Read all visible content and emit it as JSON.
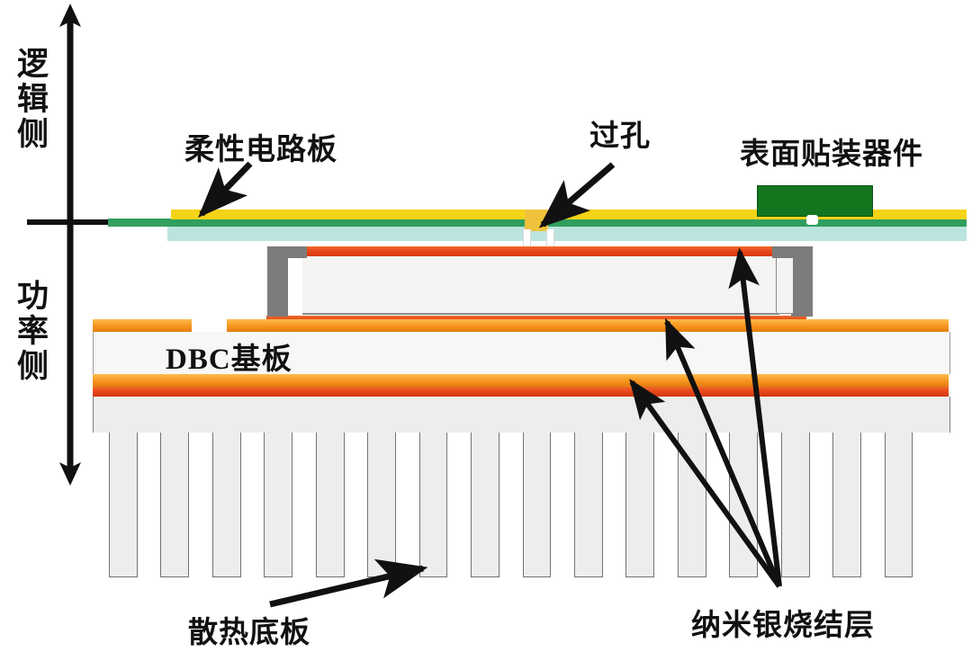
{
  "diagram": {
    "title": "Power module cross-section with flexible circuit board interconnect",
    "side_labels": [
      {
        "id": "logic-side",
        "text": "逻辑侧"
      },
      {
        "id": "power-side",
        "text": "功率侧"
      }
    ],
    "callouts": [
      {
        "id": "flex-pcb",
        "text": "柔性电路板"
      },
      {
        "id": "via",
        "text": "过孔"
      },
      {
        "id": "smd",
        "text": "表面贴装器件"
      },
      {
        "id": "dbc",
        "text": "DBC基板"
      },
      {
        "id": "nano-ag",
        "text": "纳米银烧结层"
      },
      {
        "id": "baseplate",
        "text": "散热底板"
      }
    ],
    "colors": {
      "flex_solder_mask_top": "#f5d316",
      "flex_copper_green": "#2f9e5e",
      "flex_polyimide": "#b7e3de",
      "smd_body": "#13761f",
      "via_pad": "#f0c23c",
      "sinter_silver": "#e8461a",
      "copper": "#f7941e",
      "ceramic": "#f2f2f0",
      "bracket_gray": "#7c7c7c",
      "baseplate_gray": "#ebebeb",
      "baseplate_outline": "#6d6d72",
      "arrow_black": "#111111"
    },
    "layers": [
      {
        "name": "flex-solder-mask",
        "color": "#f5d316"
      },
      {
        "name": "flex-copper",
        "color": "#2f9e5e"
      },
      {
        "name": "flex-polyimide",
        "color": "#b7e3de"
      },
      {
        "name": "nano-silver-sinter",
        "color": "#e8461a"
      },
      {
        "name": "die-body",
        "color": "#f2f2f0"
      },
      {
        "name": "dbc-copper",
        "color": "#f7941e"
      },
      {
        "name": "dbc-ceramic",
        "color": "#f6f6f4"
      },
      {
        "name": "heatsink-baseplate",
        "color": "#ebebeb"
      }
    ],
    "heatsink": {
      "fin_count": 16
    }
  }
}
